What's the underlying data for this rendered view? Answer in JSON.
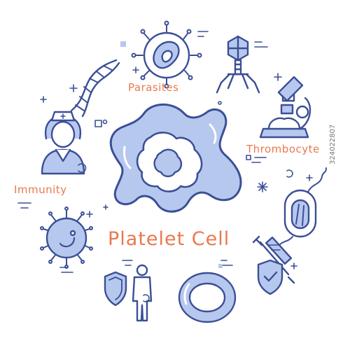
{
  "title": "Platelet Cell",
  "labels": {
    "parasites": "Parasites",
    "thrombocyte": "Thrombocyte",
    "immunity": "Immunity"
  },
  "watermark": "324022807",
  "colors": {
    "outline": "#3b4f96",
    "fill": "#b7c8ef",
    "accent_text": "#e8794f",
    "background": "#ffffff"
  },
  "icons": [
    "platelet-cell-icon",
    "parasite-icon",
    "bacteriophage-icon",
    "microscope-icon",
    "bacterium-icon",
    "vaccine-shield-icon",
    "red-blood-cell-icon",
    "person-shield-icon",
    "virus-icon",
    "nurse-icon",
    "dna-icon"
  ]
}
